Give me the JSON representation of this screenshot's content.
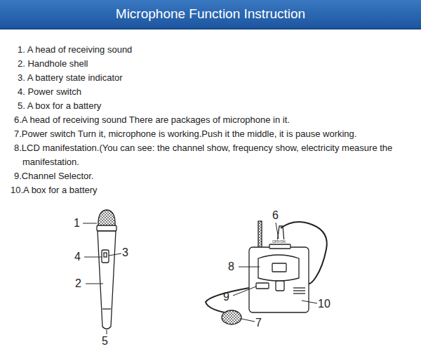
{
  "diagram": {
    "title": "Microphone Function Instruction",
    "labels": [
      "1. A head of receiving sound",
      "2. Handhole shell",
      "3. A battery state indicator",
      "4. Power switch",
      "5. A box for a battery",
      "6.A head of receiving sound There are packages of microphone in it.",
      "7.Power switch Turn it, microphone is working.Push it the middle, it is pause working.",
      "8.LCD manifestation.(You can see: the channel show, frequency show, electricity measure the manifestation.",
      "9.Channel Selector.",
      "10.A box for a battery",
      "1",
      "4",
      "3",
      "2",
      "5",
      "6",
      "8",
      "9",
      "10",
      "7",
      "OFF/ON"
    ]
  }
}
